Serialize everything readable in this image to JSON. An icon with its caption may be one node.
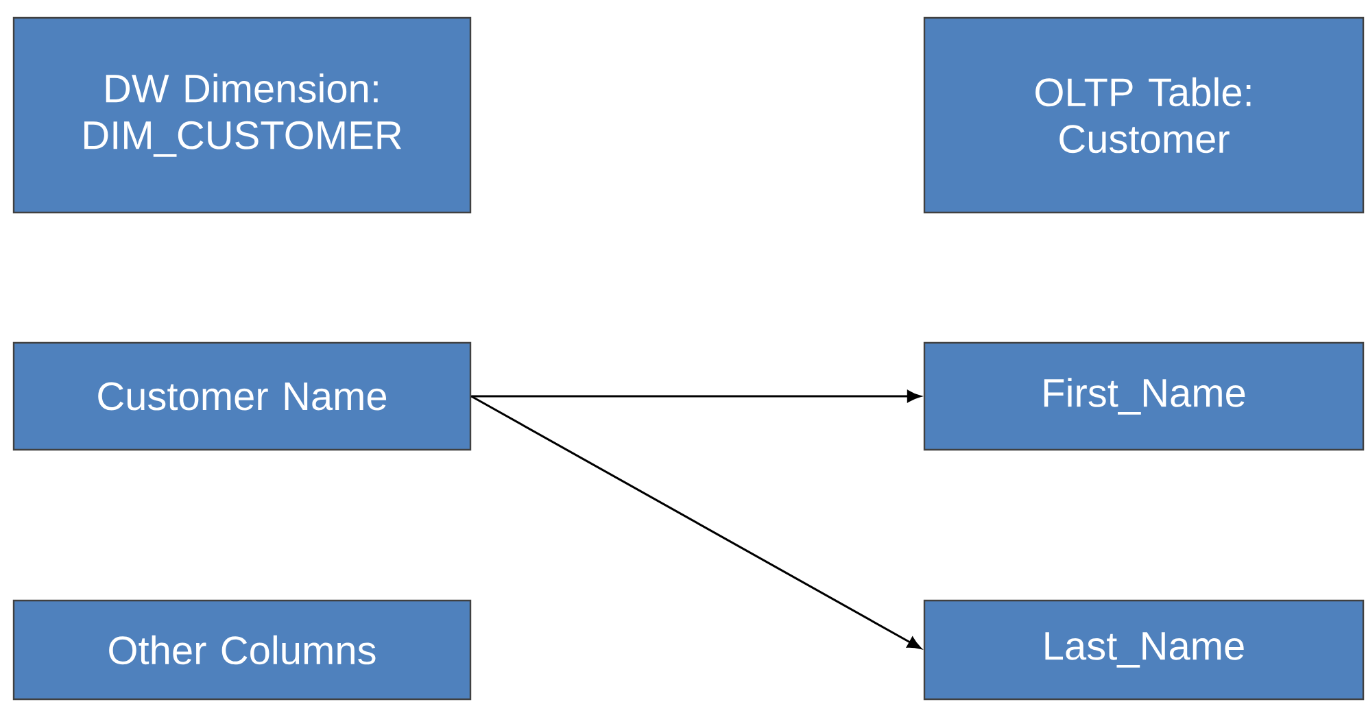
{
  "diagram": {
    "nodes": [
      {
        "text": [
          "DW Dimension: DIM_CUSTOMER"
        ]
      },
      {
        "text": [
          "OLTP Table: Customer"
        ]
      },
      {
        "text": [
          "Customer Name"
        ]
      },
      {
        "text": [
          "First_Name"
        ]
      },
      {
        "text": [
          "Other Columns"
        ]
      },
      {
        "text": [
          "Last_Name"
        ]
      }
    ],
    "edges": [
      {
        "from": 2,
        "to": 3,
        "arrow": "to"
      },
      {
        "from": 2,
        "to": 5,
        "arrow": "to"
      }
    ]
  }
}
